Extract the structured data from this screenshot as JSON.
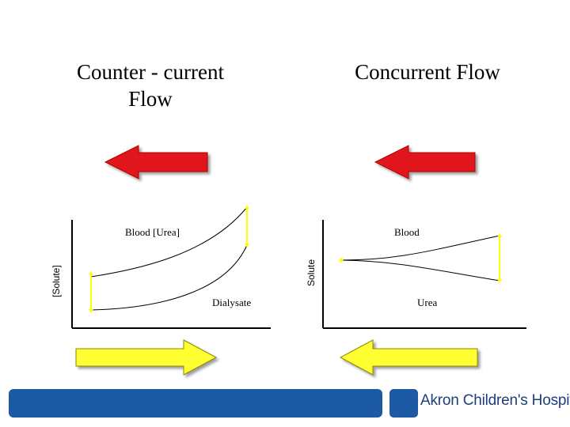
{
  "left_panel": {
    "title": "Counter - current\nFlow",
    "blood_label": "Blood [Urea]",
    "dialysate_label": "Dialysate",
    "y_axis_label": "[Solute]"
  },
  "right_panel": {
    "title": "Concurrent Flow",
    "blood_label": "Blood",
    "urea_label": "Urea",
    "y_axis_label": "Solute"
  },
  "colors": {
    "blood_arrow": "#e0161a",
    "dialysate_arrow": "#ffff33",
    "gradient_marker": "#ffff00",
    "footer": "#1c5aa6"
  },
  "footer": {
    "logo_text": "Akron Children's Hospital",
    "logo_icon": "person-cross-icon"
  }
}
